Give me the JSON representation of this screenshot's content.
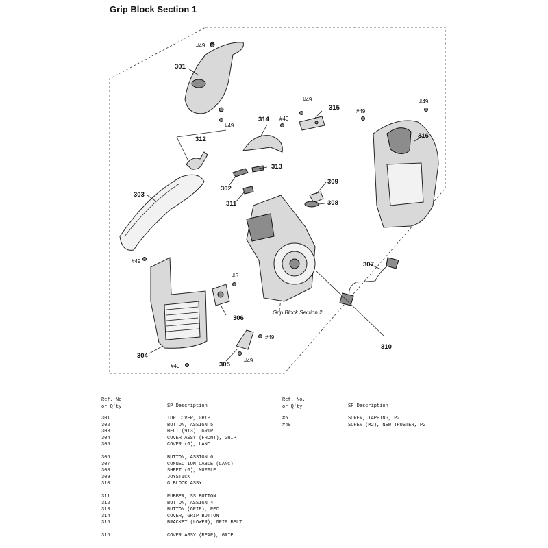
{
  "title": "Grip Block Section 1",
  "diagram": {
    "subassembly_label": "Grip Block Section 2",
    "callouts": [
      "301",
      "302",
      "303",
      "304",
      "305",
      "306",
      "307",
      "308",
      "309",
      "310",
      "311",
      "312",
      "313",
      "314",
      "315",
      "316"
    ],
    "screws": [
      "#49",
      "#5"
    ]
  },
  "table": {
    "header_ref_line1": "Ref. No.",
    "header_ref_line2": "or Q'ty",
    "header_desc": "SP Description",
    "left": [
      {
        "ref": "301",
        "desc": "TOP COVER, GRIP"
      },
      {
        "ref": "302",
        "desc": "BUTTON, ASSIGN 5"
      },
      {
        "ref": "303",
        "desc": "BELT (913), GRIP"
      },
      {
        "ref": "304",
        "desc": "COVER ASSY (FRONT), GRIP"
      },
      {
        "ref": "305",
        "desc": "COVER (G), LANC"
      },
      {
        "ref": "",
        "desc": ""
      },
      {
        "ref": "306",
        "desc": "BUTTON, ASSIGN 6"
      },
      {
        "ref": "307",
        "desc": "CONNECTION CABLE (LANC)"
      },
      {
        "ref": "308",
        "desc": "SHEET (G), MUFFLE"
      },
      {
        "ref": "309",
        "desc": "JOYSTICK"
      },
      {
        "ref": "310",
        "desc": "G BLOCK ASSY"
      },
      {
        "ref": "",
        "desc": ""
      },
      {
        "ref": "311",
        "desc": "RUBBER, SS BUTTON"
      },
      {
        "ref": "312",
        "desc": "BUTTON, ASSIGN 4"
      },
      {
        "ref": "313",
        "desc": "BUTTON (GRIP), REC"
      },
      {
        "ref": "314",
        "desc": "COVER, GRIP BUTTON"
      },
      {
        "ref": "315",
        "desc": "BRACKET (LOWER), GRIP BELT"
      },
      {
        "ref": "",
        "desc": ""
      },
      {
        "ref": "316",
        "desc": "COVER ASSY (REAR), GRIP"
      }
    ],
    "right": [
      {
        "ref": "#5",
        "desc": "SCREW, TAPPING, P2"
      },
      {
        "ref": "#49",
        "desc": "SCREW (M2), NEW TRUSTER, P2"
      }
    ]
  }
}
